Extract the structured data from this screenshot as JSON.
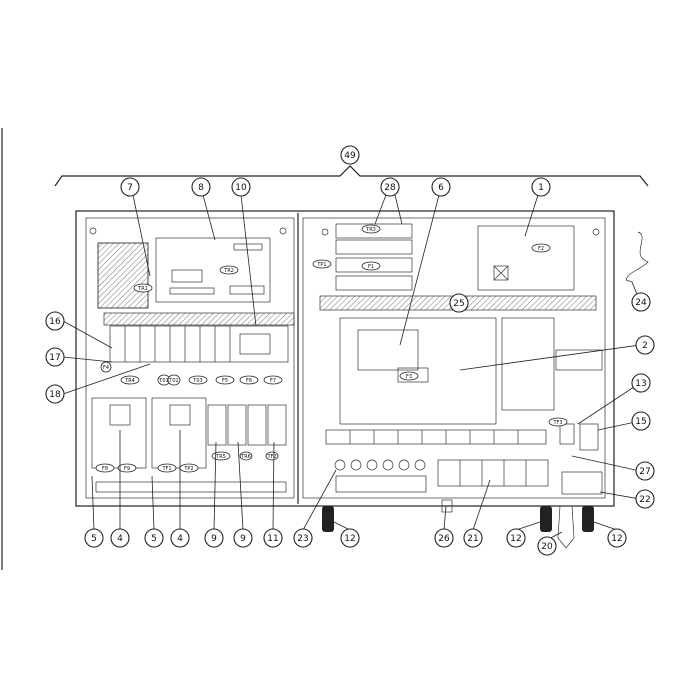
{
  "diagram": {
    "callouts": [
      "49",
      "7",
      "8",
      "10",
      "28",
      "6",
      "1",
      "16",
      "17",
      "18",
      "2",
      "13",
      "15",
      "27",
      "22",
      "24",
      "5",
      "4",
      "5",
      "4",
      "9",
      "9",
      "11",
      "23",
      "12",
      "26",
      "21",
      "12",
      "20",
      "12",
      "25"
    ],
    "tags": [
      "TR1",
      "TR2",
      "TR3",
      "TP1",
      "F1",
      "F2",
      "F3",
      "F4",
      "TR4",
      "T01",
      "T02",
      "T03",
      "F5",
      "F6",
      "F7",
      "F8",
      "F9",
      "TF1",
      "TP2",
      "TR5",
      "TR6",
      "TF2",
      "TF3"
    ]
  }
}
